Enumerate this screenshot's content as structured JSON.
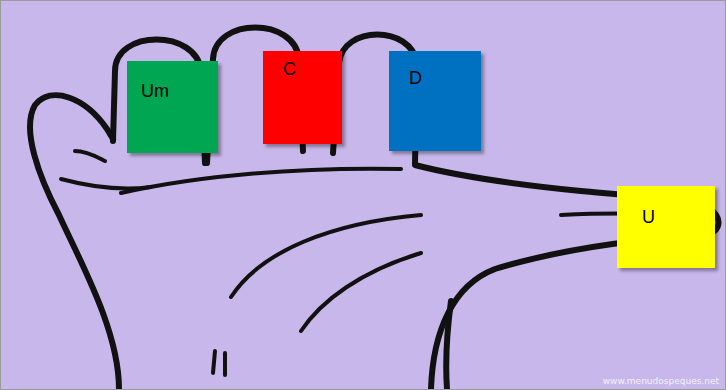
{
  "diagram": {
    "nodes": [
      {
        "text": [
          "Um"
        ]
      },
      {
        "text": [
          "C"
        ]
      },
      {
        "text": [
          "D"
        ]
      },
      {
        "text": [
          "U"
        ]
      }
    ],
    "labels": [
      "www.menudospeques.net"
    ]
  }
}
